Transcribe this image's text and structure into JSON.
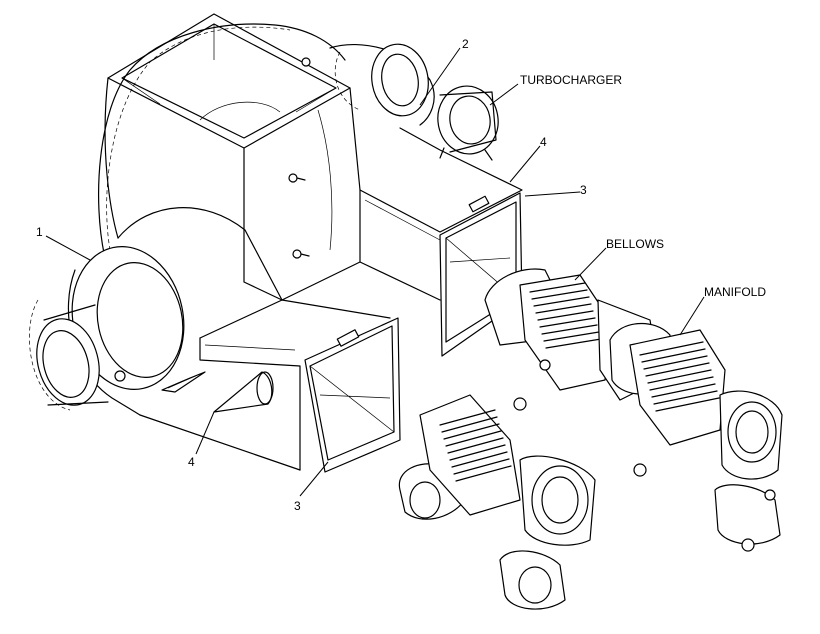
{
  "callouts": {
    "c1": "1",
    "c2": "2",
    "c3a": "3",
    "c3b": "3",
    "c4a": "4",
    "c4b": "4"
  },
  "labels": {
    "turbocharger": "TURBOCHARGER",
    "bellows": "BELLOWS",
    "manifold": "MANIFOLD"
  }
}
